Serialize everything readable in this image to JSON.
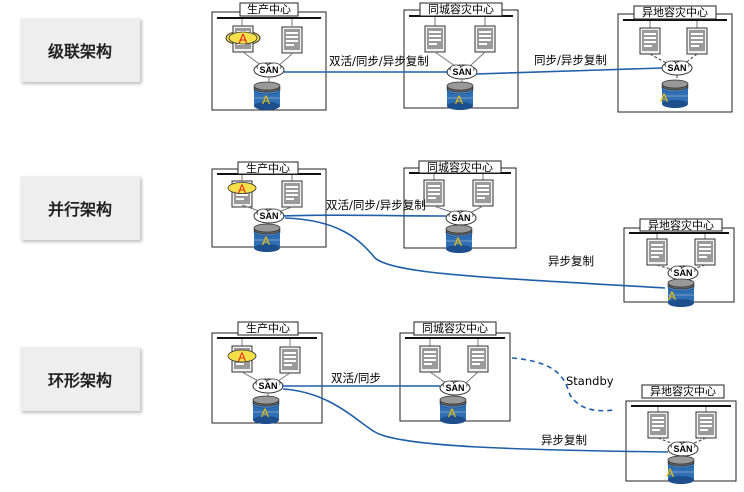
{
  "rows": [
    {
      "label": "级联架构",
      "centers": [
        {
          "title": "生产中心"
        },
        {
          "title": "同城容灾中心"
        },
        {
          "title": "异地容灾中心"
        }
      ],
      "links": [
        {
          "label": "双活/同步/异步复制"
        },
        {
          "label": "同步/异步复制"
        }
      ]
    },
    {
      "label": "并行架构",
      "centers": [
        {
          "title": "生产中心"
        },
        {
          "title": "同城容灾中心"
        },
        {
          "title": "异地容灾中心"
        }
      ],
      "links": [
        {
          "label": "双活/同步/异步复制"
        },
        {
          "label": "异步复制"
        }
      ]
    },
    {
      "label": "环形架构",
      "centers": [
        {
          "title": "生产中心"
        },
        {
          "title": "同城容灾中心"
        },
        {
          "title": "异地容灾中心"
        }
      ],
      "links": [
        {
          "label": "双活/同步"
        },
        {
          "label": "异步复制"
        },
        {
          "label": "Standby"
        }
      ]
    }
  ],
  "san_label": "SAN",
  "app_letter": "A",
  "disk_letter": "A",
  "colors": {
    "link": "#1f5fa8",
    "disk": "#2f6fb5",
    "app_badge": "#f5e04a",
    "app_letter": "#e02020"
  }
}
